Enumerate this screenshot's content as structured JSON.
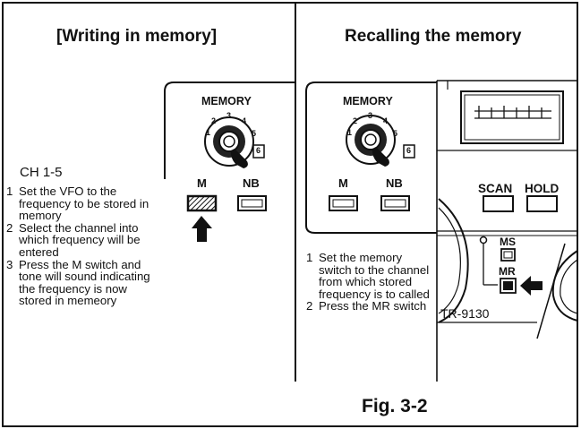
{
  "left_panel": {
    "title": "[Writing in memory]",
    "channel_range": "CH 1-5",
    "steps": [
      {
        "n": "1",
        "text": "Set the VFO to the frequency to be stored in memory"
      },
      {
        "n": "2",
        "text": "Select the channel into which frequency will be entered"
      },
      {
        "n": "3",
        "text": "Press the M switch and tone will sound indicating the frequency is now stored in memeory"
      }
    ]
  },
  "right_panel": {
    "title": "Recalling the memory",
    "steps": [
      {
        "n": "1",
        "text": "Set the memory switch to the channel from which stored frequency is to called"
      },
      {
        "n": "2",
        "text": "Press the MR switch"
      }
    ]
  },
  "device": {
    "memory_label": "MEMORY",
    "dial_numbers": [
      "1",
      "2",
      "3",
      "4",
      "5",
      "6"
    ],
    "m_label": "M",
    "nb_label": "NB",
    "scan_label": "SCAN",
    "hold_label": "HOLD",
    "ms_label": "MS",
    "mr_label": "MR",
    "model": "TR-9130"
  },
  "figure_label": "Fig. 3-2"
}
